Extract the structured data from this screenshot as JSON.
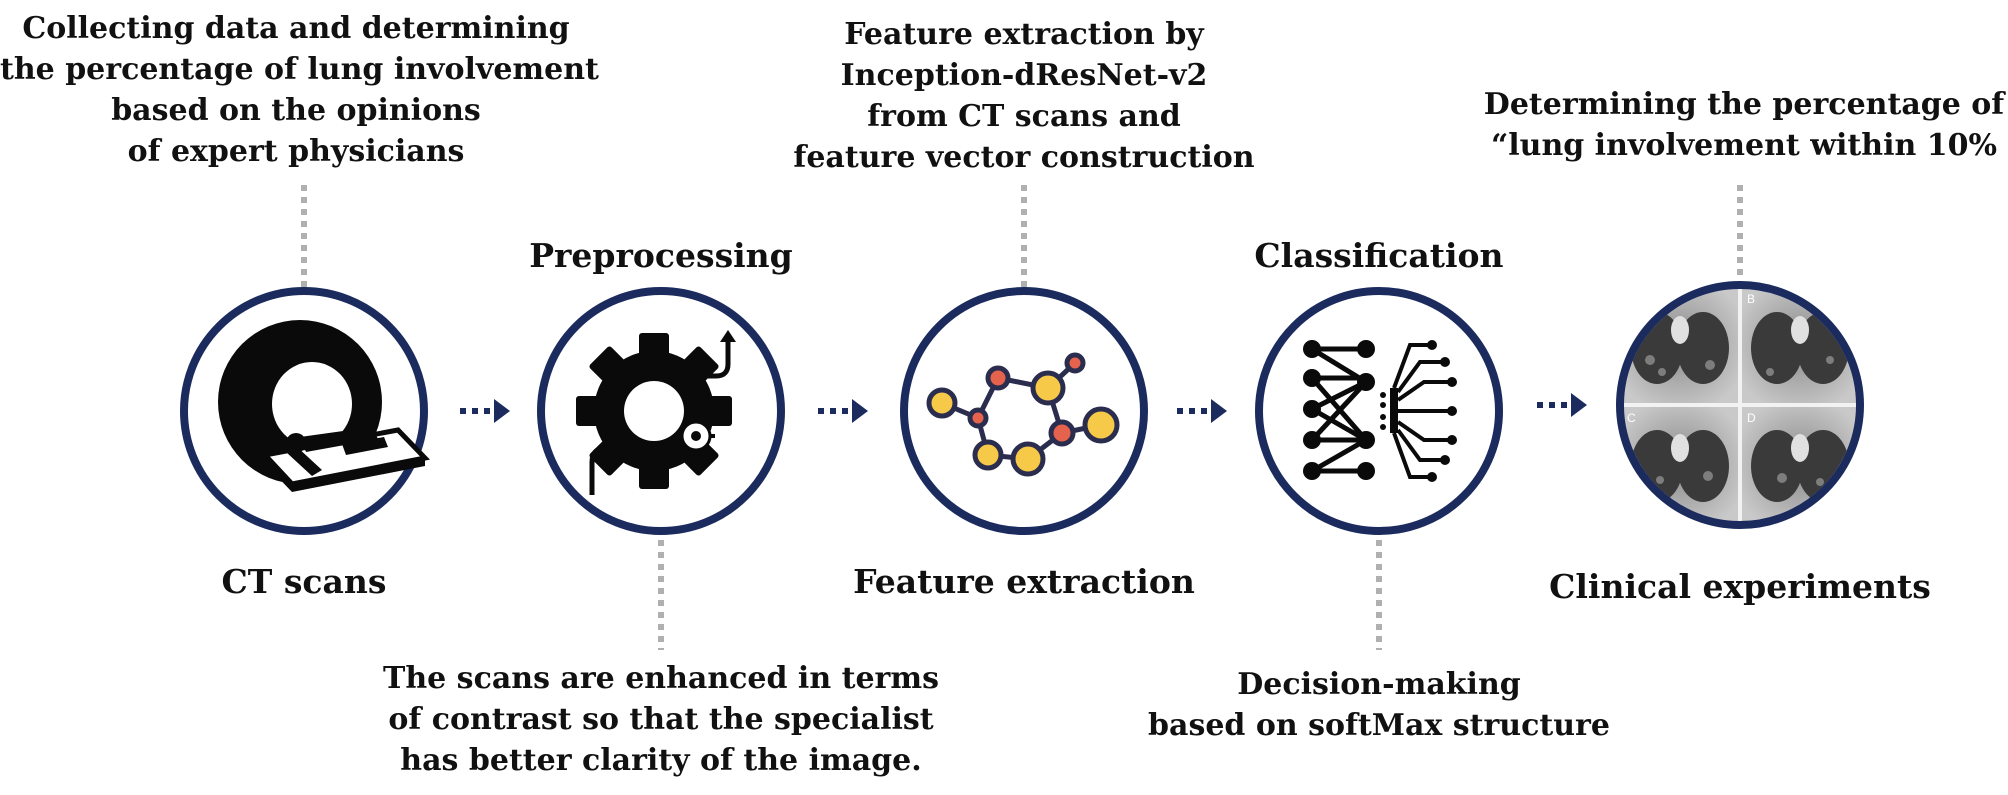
{
  "stages": [
    {
      "id": "ct-scans",
      "label": "CT scans",
      "icon": "ct-scanner-icon",
      "note": [
        "Collecting data and determining",
        "the percentage of lung involvement",
        "based on the opinions",
        "of expert physicians"
      ]
    },
    {
      "id": "preprocessing",
      "label": "Preprocessing",
      "icon": "gear-process-icon",
      "note": [
        "The scans are enhanced in terms",
        "of contrast so that the specialist",
        "has better clarity of the image."
      ]
    },
    {
      "id": "feature-extraction",
      "label": "Feature extraction",
      "icon": "molecule-network-icon",
      "note": [
        "Feature extraction by",
        "Inception-dResNet-v2",
        "from CT scans and",
        "feature vector construction"
      ]
    },
    {
      "id": "classification",
      "label": "Classification",
      "icon": "neural-network-icon",
      "note": [
        "Decision-making",
        "based on softMax structure"
      ]
    },
    {
      "id": "clinical-experiments",
      "label": "Clinical experiments",
      "icon": "lung-ct-images",
      "note": [
        "Determining the percentage of",
        "“lung involvement within 10%"
      ],
      "panel_letters": [
        "B",
        "C",
        "D"
      ]
    }
  ],
  "colors": {
    "ring": "#1b2b5e",
    "arrow": "#1b2b5e",
    "connector": "#b0b0b0",
    "node_yellow": "#f7c948",
    "node_red": "#e5634d",
    "node_outline": "#2b2d4e"
  }
}
